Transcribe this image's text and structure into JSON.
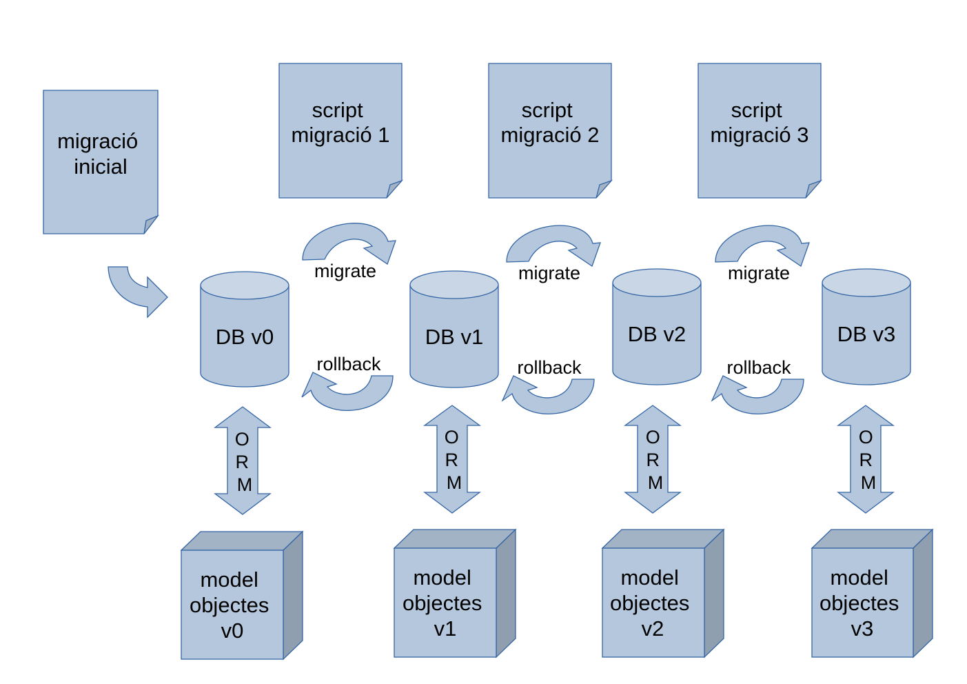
{
  "initial_doc": {
    "lines": [
      "migració",
      "inicial"
    ]
  },
  "scripts": [
    {
      "lines": [
        "script",
        "migració 1"
      ]
    },
    {
      "lines": [
        "script",
        "migració 2"
      ]
    },
    {
      "lines": [
        "script",
        "migració 3"
      ]
    }
  ],
  "databases": [
    {
      "label": "DB v0"
    },
    {
      "label": "DB v1"
    },
    {
      "label": "DB v2"
    },
    {
      "label": "DB v3"
    }
  ],
  "migrate_label": "migrate",
  "rollback_label": "rollback",
  "orm_letters": [
    "O",
    "R",
    "M"
  ],
  "models": [
    {
      "lines": [
        "model",
        "objectes",
        "v0"
      ]
    },
    {
      "lines": [
        "model",
        "objectes",
        "v1"
      ]
    },
    {
      "lines": [
        "model",
        "objectes",
        "v2"
      ]
    },
    {
      "lines": [
        "model",
        "objectes",
        "v3"
      ]
    }
  ],
  "colors": {
    "fill": "#b4c7dc",
    "side": "#909fb0",
    "stroke": "#3465a4"
  }
}
